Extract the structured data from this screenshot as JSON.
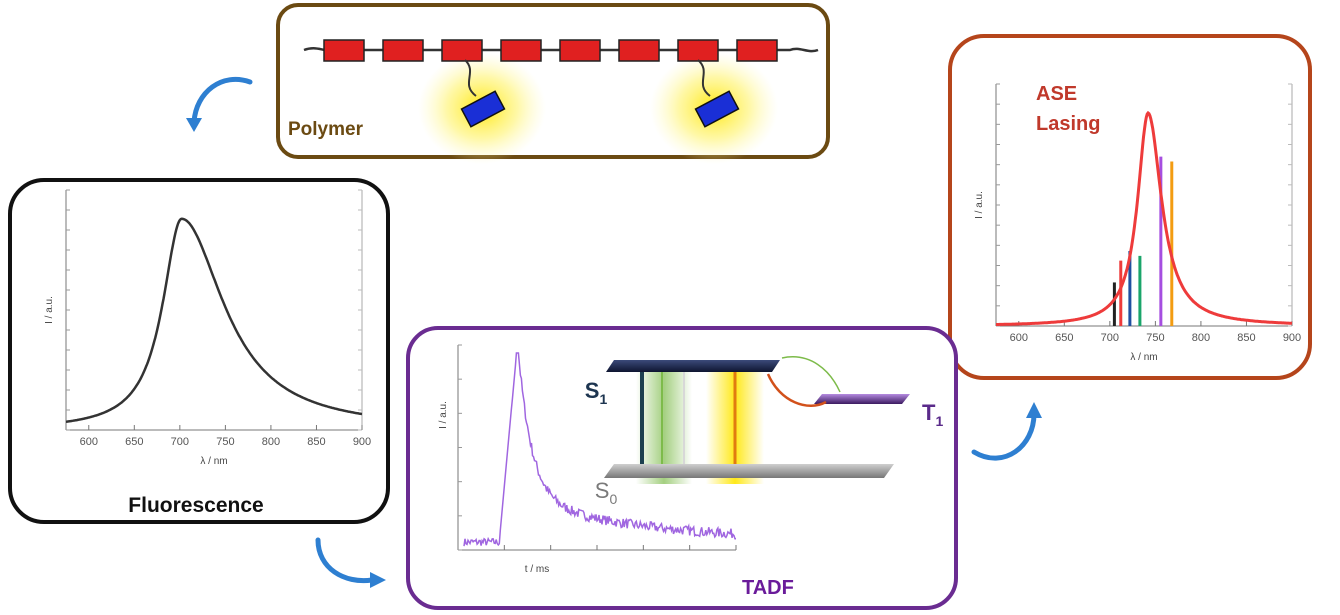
{
  "polymer": {
    "label": "Polymer",
    "colors": {
      "frame": "#6b4a12",
      "backbone": "#e02020",
      "pendant": "#1a2fd6",
      "glow": "#ffe600"
    }
  },
  "fluorescence": {
    "label": "Fluorescence",
    "frame_color": "#111111",
    "chart_data": {
      "type": "line",
      "xlabel": "λ / nm",
      "ylabel": "I / a.u.",
      "xlim": [
        575,
        900
      ],
      "x_ticks": [
        "600",
        "650",
        "700",
        "750",
        "800",
        "850",
        "900"
      ],
      "peak_x": 702,
      "line_color": "#333333"
    }
  },
  "ase": {
    "label_line1": "ASE",
    "label_line2": "Lasing",
    "label_color": "#c0392b",
    "frame_color": "#b5451b",
    "chart_data": {
      "type": "line",
      "xlabel": "λ / nm",
      "ylabel": "I / a.u.",
      "xlim": [
        575,
        900
      ],
      "x_ticks": [
        "600",
        "650",
        "700",
        "750",
        "800",
        "850",
        "900"
      ],
      "peak_x": 742,
      "line_color": "#ee3b3b",
      "lasing_lines": [
        {
          "x": 705,
          "height": 0.18,
          "color": "#222222"
        },
        {
          "x": 712,
          "height": 0.27,
          "color": "#ee3b3b"
        },
        {
          "x": 722,
          "height": 0.31,
          "color": "#1f4fa0"
        },
        {
          "x": 733,
          "height": 0.29,
          "color": "#1aa56a"
        },
        {
          "x": 756,
          "height": 0.7,
          "color": "#a64ee0"
        },
        {
          "x": 768,
          "height": 0.68,
          "color": "#f39c12"
        }
      ]
    }
  },
  "tadf": {
    "label": "TADF",
    "label_color": "#6a1b9a",
    "frame_color": "#6a2c91",
    "chart_data": {
      "type": "line",
      "xlabel": "t / ms",
      "ylabel": "I / a.u.",
      "line_color": "#a066e0"
    },
    "jablonski": {
      "s1": "S",
      "s1_sub": "1",
      "s0": "S",
      "s0_sub": "0",
      "t1": "T",
      "t1_sub": "1"
    }
  },
  "arrow_color": "#2e7fd1"
}
